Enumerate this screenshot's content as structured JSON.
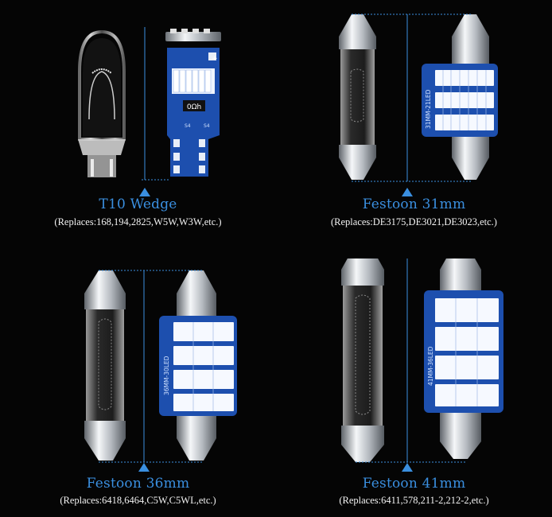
{
  "products": [
    {
      "title": "T10 Wedge",
      "replaces": "(Replaces:168,194,2825,W5W,W3W,etc.)",
      "pcb_label": "",
      "chip_label": "0Ωh",
      "pad_label": "S4"
    },
    {
      "title": "Festoon 31mm",
      "replaces": "(Replaces:DE3175,DE3021,DE3023,etc.)",
      "pcb_label": "31MM-21LED"
    },
    {
      "title": "Festoon 36mm",
      "replaces": "(Replaces:6418,6464,C5W,C5WL,etc.)",
      "pcb_label": "36MM-30LED"
    },
    {
      "title": "Festoon 41mm",
      "replaces": "(Replaces:6411,578,211-2,212-2,etc.)",
      "pcb_label": "41MM-36LED"
    }
  ],
  "colors": {
    "accent": "#3a8fe0",
    "pcb": "#1d4fae",
    "led": "#f4f8ff",
    "metal": "#c9ced4",
    "text": "#f2f2f2",
    "background": "#050505"
  }
}
